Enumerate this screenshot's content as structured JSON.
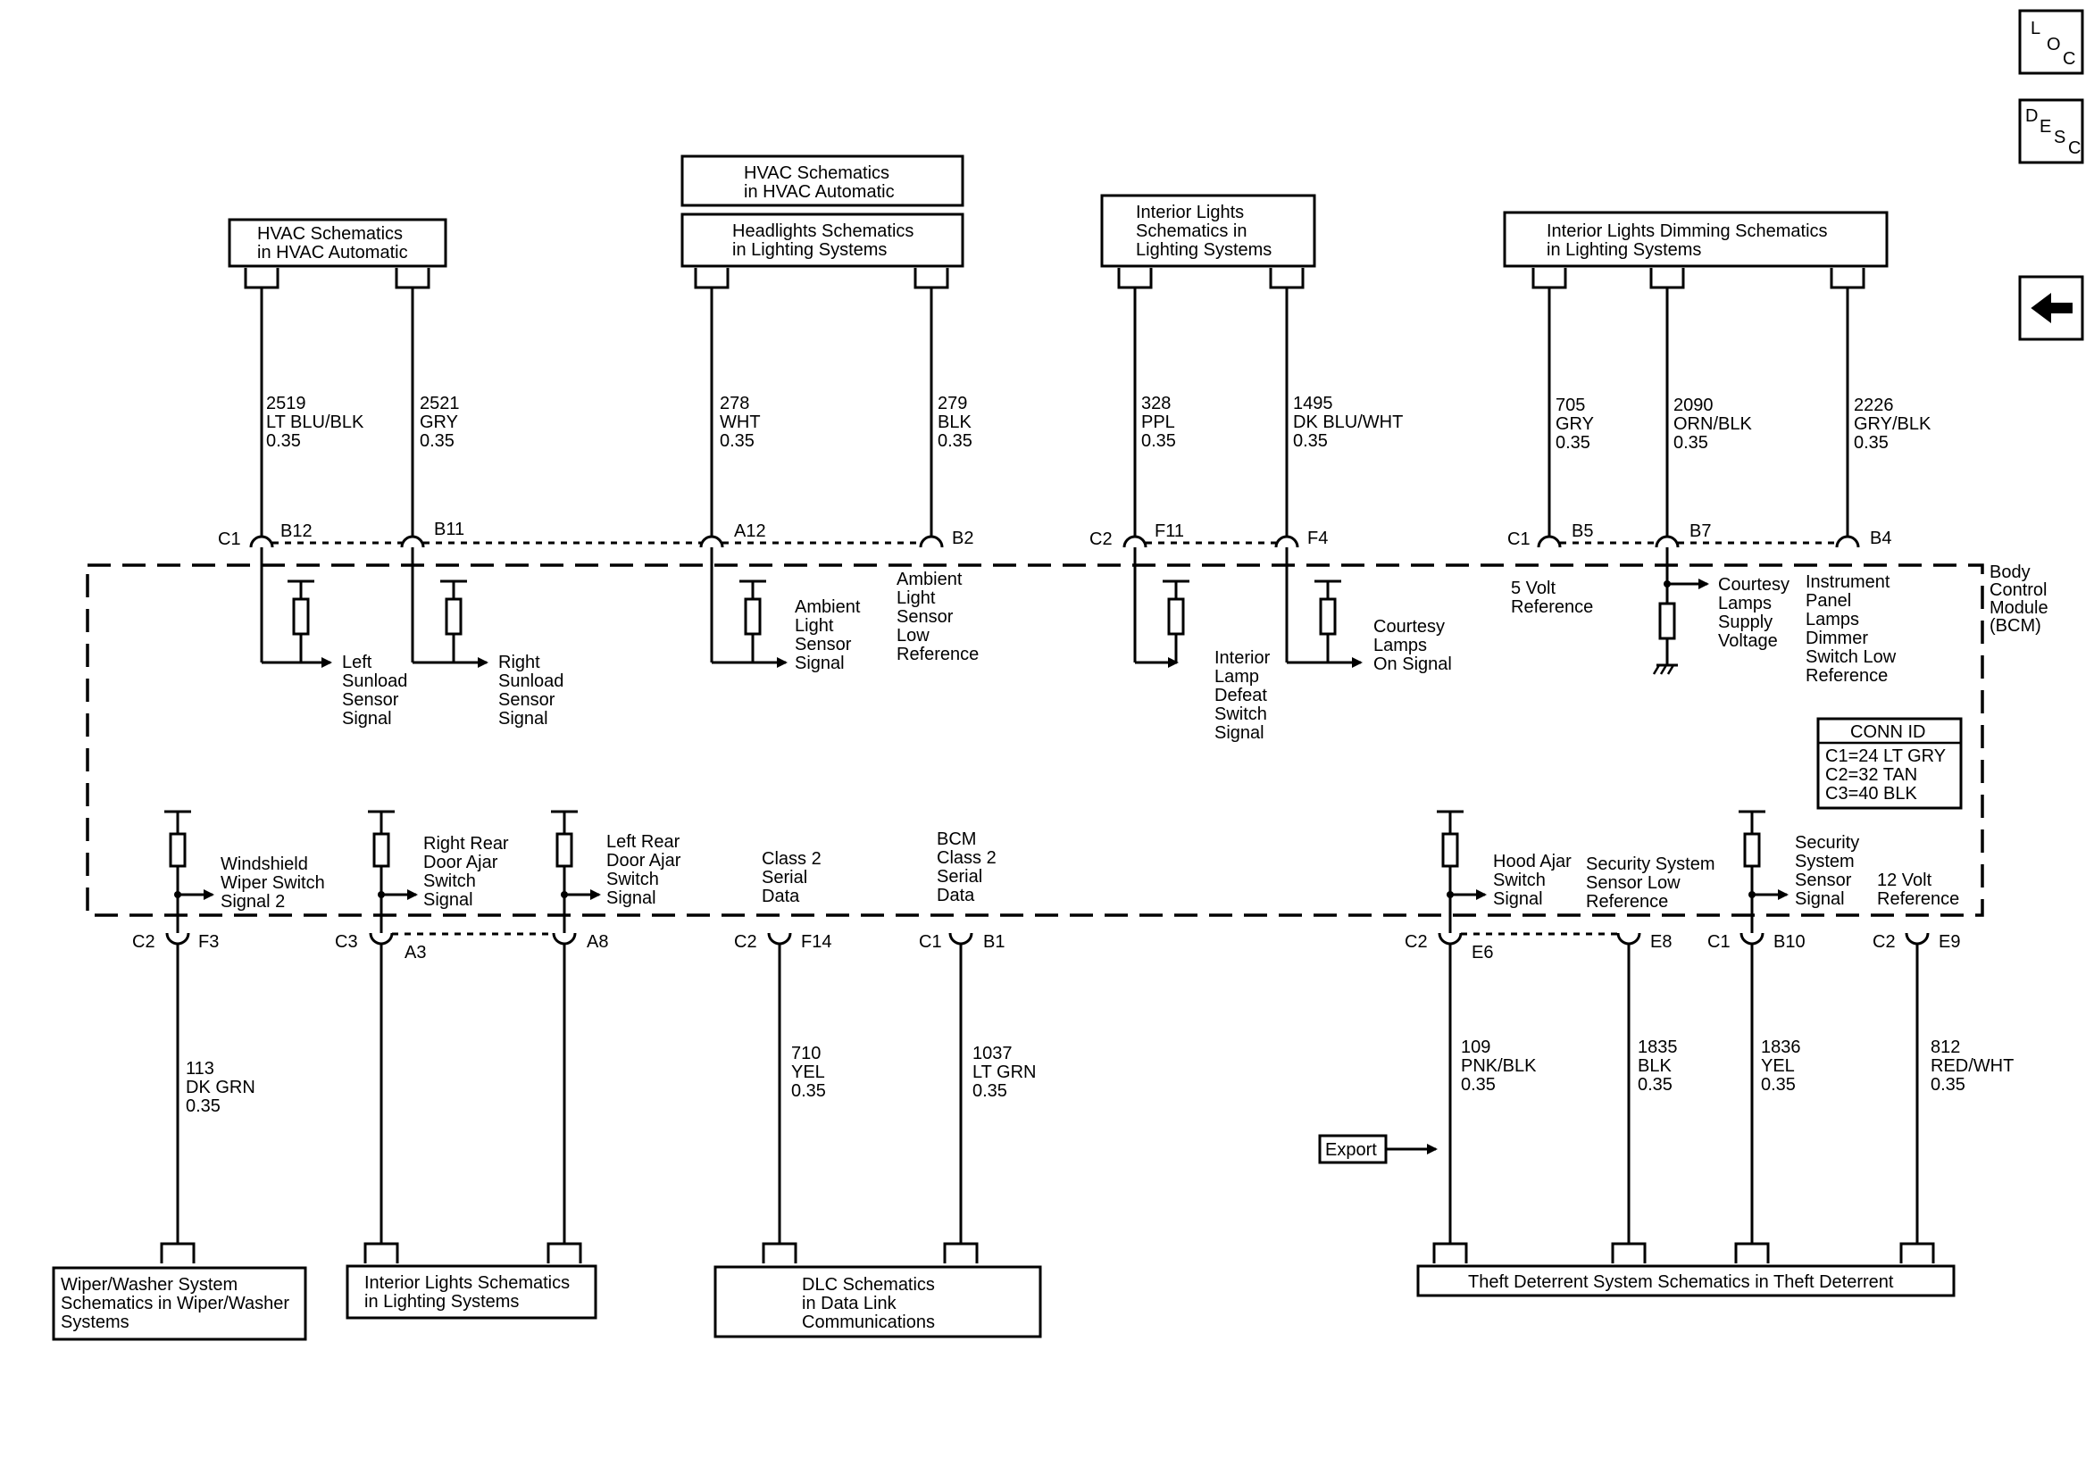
{
  "nav": {
    "loc": [
      "L",
      "O",
      "C"
    ],
    "desc": [
      "D",
      "E",
      "S",
      "C"
    ],
    "back_icon": "left-arrow-icon"
  },
  "module": {
    "title": [
      "Body",
      "Control",
      "Module",
      "(BCM)"
    ]
  },
  "conn_id": {
    "title": "CONN ID",
    "rows": [
      "C1=24 LT GRY",
      "C2=32 TAN",
      "C3=40 BLK"
    ]
  },
  "top_destinations": {
    "hvac_left": [
      "HVAC Schematics",
      "in HVAC Automatic"
    ],
    "hvac_mid": [
      "HVAC Schematics",
      "in HVAC Automatic"
    ],
    "headlights": [
      "Headlights Schematics",
      "in Lighting Systems"
    ],
    "interior_lights": [
      "Interior Lights",
      "Schematics in",
      "Lighting Systems"
    ],
    "dimming": [
      "Interior Lights Dimming Schematics",
      "in Lighting Systems"
    ]
  },
  "bottom_destinations": {
    "wiper": [
      "Wiper/Washer System",
      "Schematics in Wiper/Washer",
      "Systems"
    ],
    "interior": [
      "Interior Lights Schematics",
      "in Lighting Systems"
    ],
    "dlc": [
      "DLC Schematics",
      "in Data Link",
      "Communications"
    ],
    "theft": [
      "Theft Deterrent System Schematics in Theft Deterrent"
    ]
  },
  "export_label": "Export",
  "top_wires": [
    {
      "conn": "C1",
      "pin": "B12",
      "circuit": [
        "2519",
        "LT BLU/BLK",
        "0.35"
      ],
      "signal": [
        "Left",
        "Sunload",
        "Sensor",
        "Signal"
      ]
    },
    {
      "conn": "",
      "pin": "B11",
      "circuit": [
        "2521",
        "GRY",
        "0.35"
      ],
      "signal": [
        "Right",
        "Sunload",
        "Sensor",
        "Signal"
      ]
    },
    {
      "conn": "",
      "pin": "A12",
      "circuit": [
        "278",
        "WHT",
        "0.35"
      ],
      "signal": [
        "Ambient",
        "Light",
        "Sensor",
        "Signal"
      ]
    },
    {
      "conn": "",
      "pin": "B2",
      "circuit": [
        "279",
        "BLK",
        "0.35"
      ],
      "signal": [
        "Ambient",
        "Light",
        "Sensor",
        "Low",
        "Reference"
      ]
    },
    {
      "conn": "C2",
      "pin": "F11",
      "circuit": [
        "328",
        "PPL",
        "0.35"
      ],
      "signal": [
        "Interior",
        "Lamp",
        "Defeat",
        "Switch",
        "Signal"
      ]
    },
    {
      "conn": "",
      "pin": "F4",
      "circuit": [
        "1495",
        "DK BLU/WHT",
        "0.35"
      ],
      "signal": [
        "Courtesy",
        "Lamps",
        "On Signal"
      ]
    },
    {
      "conn": "C1",
      "pin": "B5",
      "circuit": [
        "705",
        "GRY",
        "0.35"
      ],
      "signal": [
        "5 Volt",
        "Reference"
      ]
    },
    {
      "conn": "",
      "pin": "B7",
      "circuit": [
        "2090",
        "ORN/BLK",
        "0.35"
      ],
      "signal": [
        "Courtesy",
        "Lamps",
        "Supply",
        "Voltage"
      ]
    },
    {
      "conn": "",
      "pin": "B4",
      "circuit": [
        "2226",
        "GRY/BLK",
        "0.35"
      ],
      "signal": [
        "Instrument",
        "Panel",
        "Lamps",
        "Dimmer",
        "Switch Low",
        "Reference"
      ]
    }
  ],
  "bottom_wires": [
    {
      "conn": "C2",
      "pin": "F3",
      "circuit": [
        "113",
        "DK GRN",
        "0.35"
      ],
      "signal": [
        "Windshield",
        "Wiper Switch",
        "Signal 2"
      ]
    },
    {
      "conn": "C3",
      "pin": "A3",
      "circuit": [],
      "signal": [
        "Right Rear",
        "Door Ajar",
        "Switch",
        "Signal"
      ]
    },
    {
      "conn": "",
      "pin": "A8",
      "circuit": [],
      "signal": [
        "Left Rear",
        "Door Ajar",
        "Switch",
        "Signal"
      ]
    },
    {
      "conn": "C2",
      "pin": "F14",
      "circuit": [
        "710",
        "YEL",
        "0.35"
      ],
      "signal": [
        "Class 2",
        "Serial",
        "Data"
      ]
    },
    {
      "conn": "C1",
      "pin": "B1",
      "circuit": [
        "1037",
        "LT GRN",
        "0.35"
      ],
      "signal": [
        "BCM",
        "Class 2",
        "Serial",
        "Data"
      ]
    },
    {
      "conn": "C2",
      "pin": "E6",
      "circuit": [
        "109",
        "PNK/BLK",
        "0.35"
      ],
      "signal": [
        "Hood Ajar",
        "Switch",
        "Signal"
      ]
    },
    {
      "conn": "",
      "pin": "E8",
      "circuit": [
        "1835",
        "BLK",
        "0.35"
      ],
      "signal": [
        "Security System",
        "Sensor Low",
        "Reference"
      ]
    },
    {
      "conn": "C1",
      "pin": "B10",
      "circuit": [
        "1836",
        "YEL",
        "0.35"
      ],
      "signal": [
        "Security",
        "System",
        "Sensor",
        "Signal"
      ]
    },
    {
      "conn": "C2",
      "pin": "E9",
      "circuit": [
        "812",
        "RED/WHT",
        "0.35"
      ],
      "signal": [
        "12 Volt",
        "Reference"
      ]
    }
  ]
}
